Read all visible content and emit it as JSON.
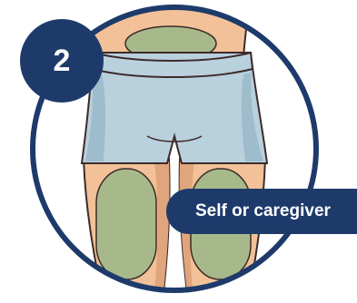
{
  "step": {
    "number": "2"
  },
  "role_label": "Self or caregiver",
  "colors": {
    "navy": "#1d3a6b",
    "skin": "#f2c198",
    "skin_shadow": "#e0a57c",
    "shorts": "#b9d0dd",
    "shorts_shadow": "#9fbccd",
    "injection_site": "#a7b98a",
    "outline": "#3c2b2a"
  },
  "injection_sites": [
    {
      "area": "abdomen"
    },
    {
      "area": "right-thigh"
    },
    {
      "area": "left-thigh"
    }
  ]
}
